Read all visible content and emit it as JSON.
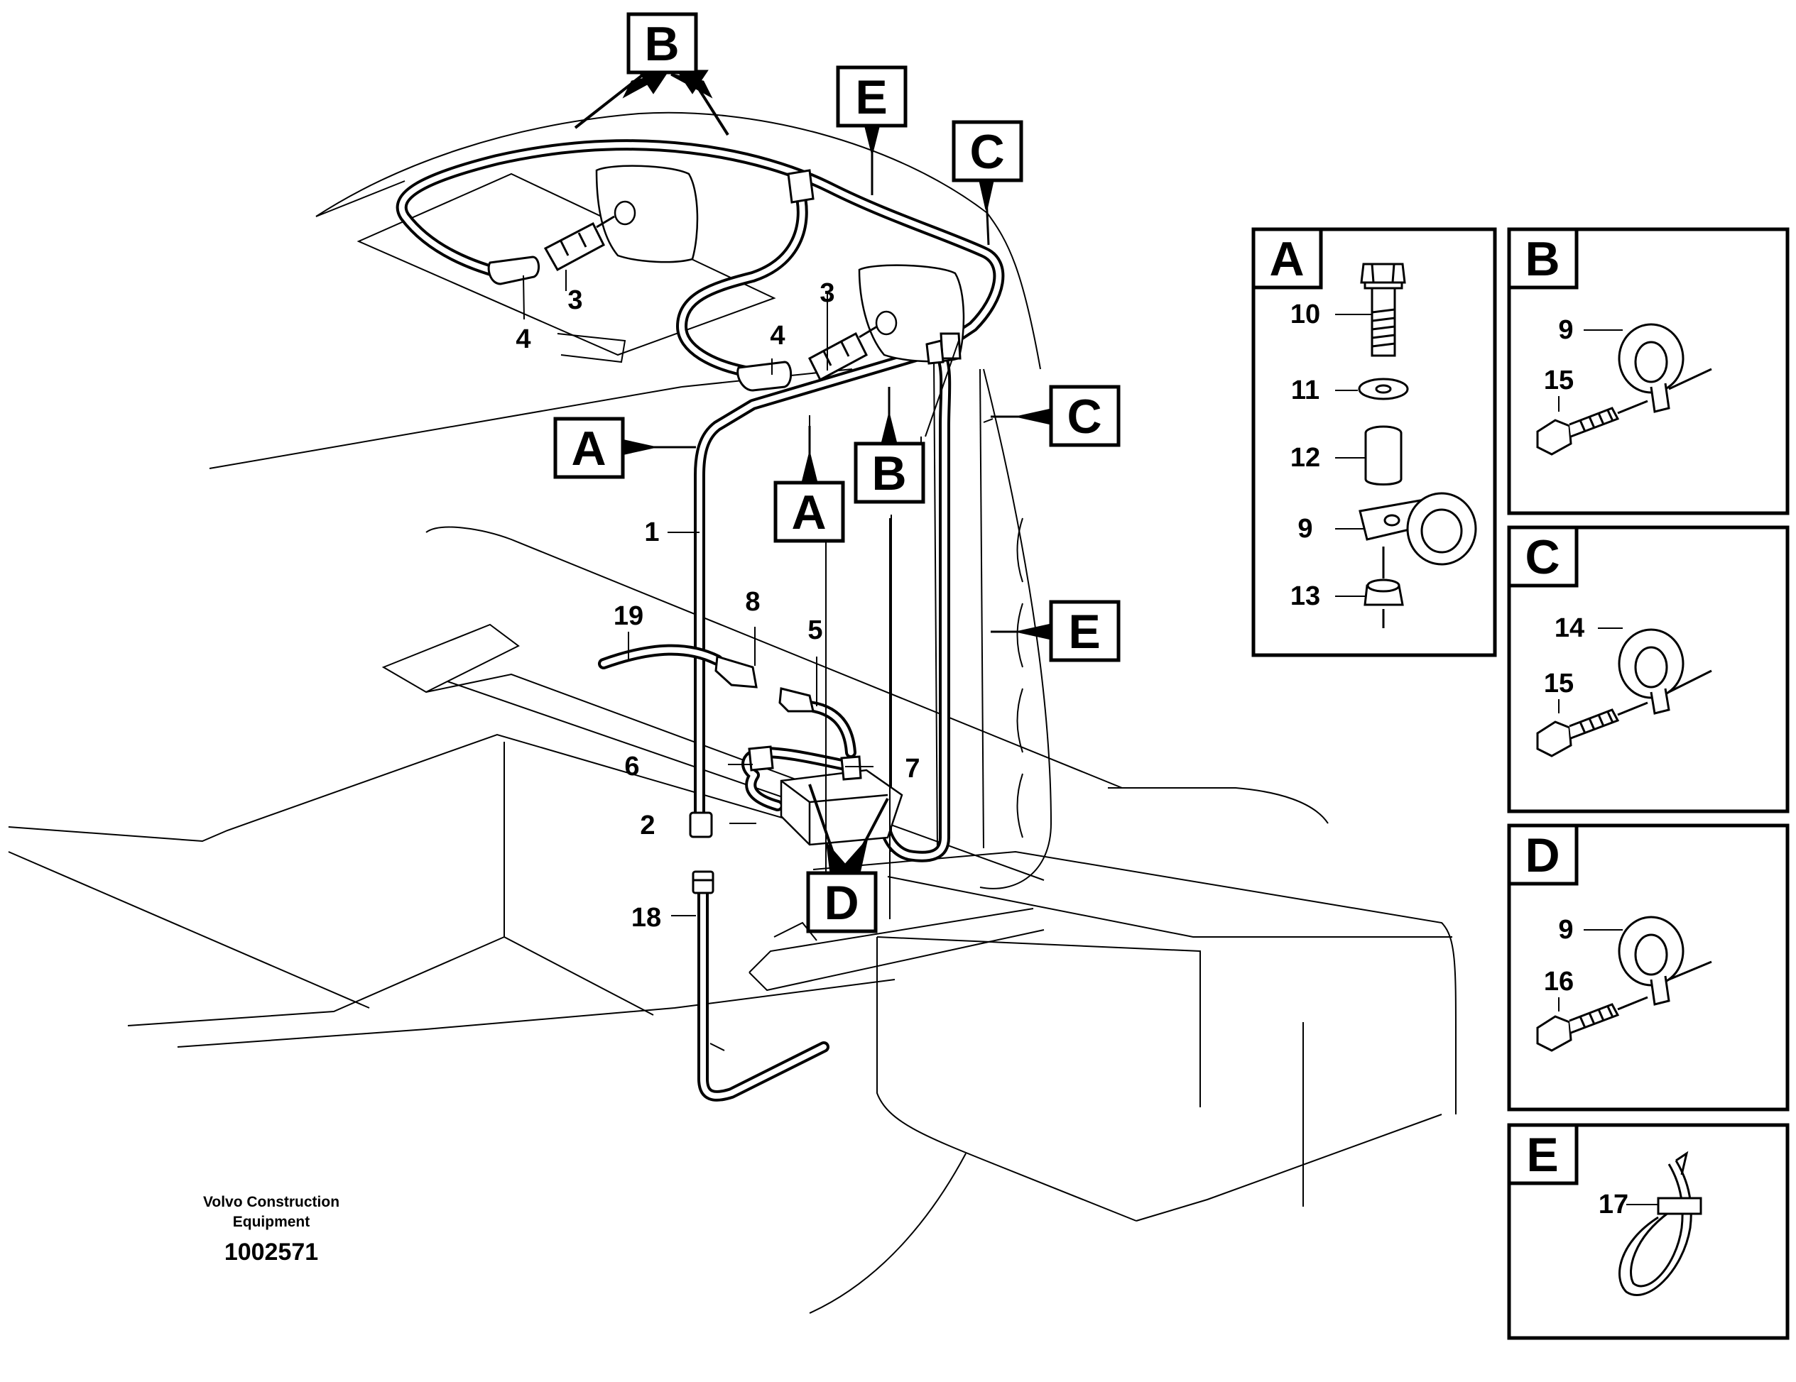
{
  "callout_letters": {
    "A": "A",
    "B": "B",
    "C": "C",
    "D": "D",
    "E": "E"
  },
  "part_numbers": {
    "n1": "1",
    "n2": "2",
    "n3": "3",
    "n4": "4",
    "n5": "5",
    "n6": "6",
    "n7": "7",
    "n8": "8",
    "n9": "9",
    "n10": "10",
    "n11": "11",
    "n12": "12",
    "n13": "13",
    "n14": "14",
    "n15": "15",
    "n16": "16",
    "n17": "17",
    "n18": "18",
    "n19": "19"
  },
  "footer": {
    "brand_line1": "Volvo Construction",
    "brand_line2": "Equipment",
    "drawing_number": "1002571"
  }
}
